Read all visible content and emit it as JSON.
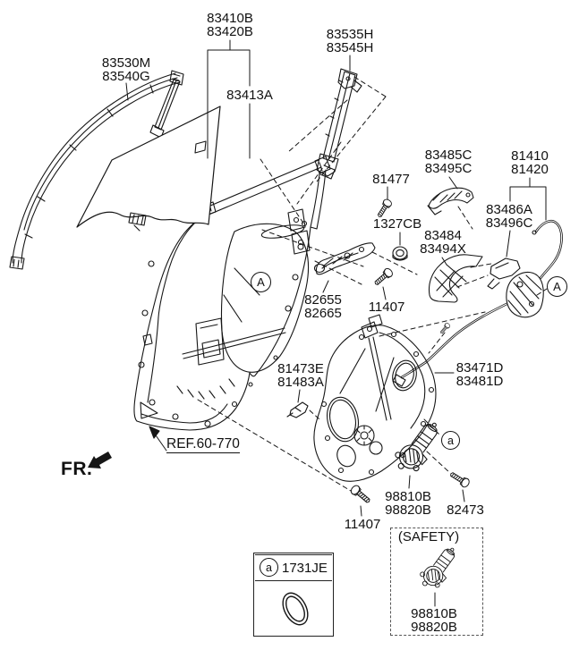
{
  "diagram": {
    "fr_label": "FR.",
    "ref_label": "REF.60-770",
    "safety_label": "(SAFETY)",
    "legend": {
      "callout": "a",
      "code": "1731JE"
    },
    "callouts": {
      "door_view": "A",
      "latch_view": "A",
      "motor_item": "a"
    },
    "parts": {
      "glass_assy": {
        "line1": "83410B",
        "line2": "83420B"
      },
      "glass": {
        "line1": "83413A"
      },
      "run_channel": {
        "line1": "83530M",
        "line2": "83540G"
      },
      "rear_channel": {
        "line1": "83535H",
        "line2": "83545H"
      },
      "handle_pad": {
        "line1": "83485C",
        "line2": "83495C"
      },
      "latch_assy": {
        "line1": "81410",
        "line2": "81420"
      },
      "bolt_81477": {
        "line1": "81477"
      },
      "nut_1327cb": {
        "line1": "1327CB"
      },
      "latch_bracket": {
        "line1": "83486A",
        "line2": "83496C"
      },
      "handle_base": {
        "line1": "83484",
        "line2": "83494X"
      },
      "outer_handle": {
        "line1": "82655",
        "line2": "82665"
      },
      "bolt_11407_upper": {
        "line1": "11407"
      },
      "channel_clip": {
        "line1": "81473E",
        "line2": "81483A"
      },
      "regulator_panel": {
        "line1": "83471D",
        "line2": "83481D"
      },
      "motor": {
        "line1": "98810B",
        "line2": "98820B"
      },
      "bolt_82473": {
        "line1": "82473"
      },
      "bolt_11407_lower": {
        "line1": "11407"
      },
      "motor_safety": {
        "line1": "98810B",
        "line2": "98820B"
      }
    }
  }
}
